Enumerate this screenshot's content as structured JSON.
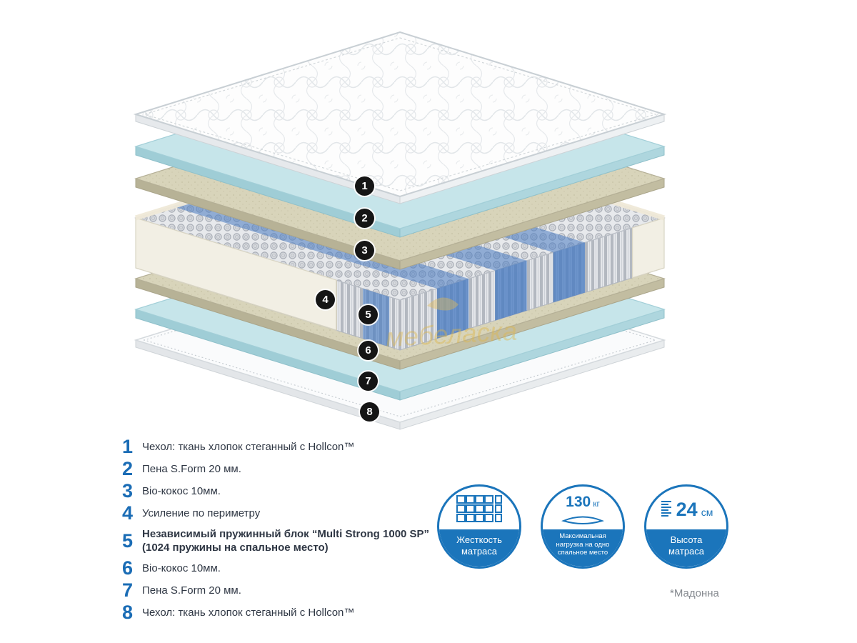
{
  "watermark": "мебеласка",
  "footnote": "*Мадонна",
  "layers": [
    {
      "num": "1",
      "label": "Чехол: ткань хлопок стеганный с Hollcon™"
    },
    {
      "num": "2",
      "label": "Пена S.Form 20 мм."
    },
    {
      "num": "3",
      "label": "Bio-кокос 10мм."
    },
    {
      "num": "4",
      "label": "Усиление по периметру"
    },
    {
      "num": "5",
      "label": "Независимый пружинный блок  “Multi Strong 1000 SP”",
      "label2": "(1024 пружины на спальное место)"
    },
    {
      "num": "6",
      "label": "Bio-кокос 10мм."
    },
    {
      "num": "7",
      "label": "Пена S.Form 20 мм."
    },
    {
      "num": "8",
      "label": "Чехол: ткань хлопок стеганный с Hollcon™"
    }
  ],
  "badges": {
    "firmness": {
      "label": "Жесткость матраса"
    },
    "load": {
      "value": "130",
      "unit": "кг",
      "label": "Максимальная нагрузка на одно спальное место"
    },
    "height": {
      "value": "24",
      "unit": "см",
      "label": "Высота матраса"
    }
  },
  "colors": {
    "accent_blue": "#1b75bb",
    "legend_number_blue": "#1a6cb5",
    "marker_black": "#151515",
    "foam_teal": "#c6e5ea",
    "coconut_beige": "#d8d4ba",
    "spring_blue": "#4a7cc2",
    "perimeter_foam": "#f2efe4"
  }
}
